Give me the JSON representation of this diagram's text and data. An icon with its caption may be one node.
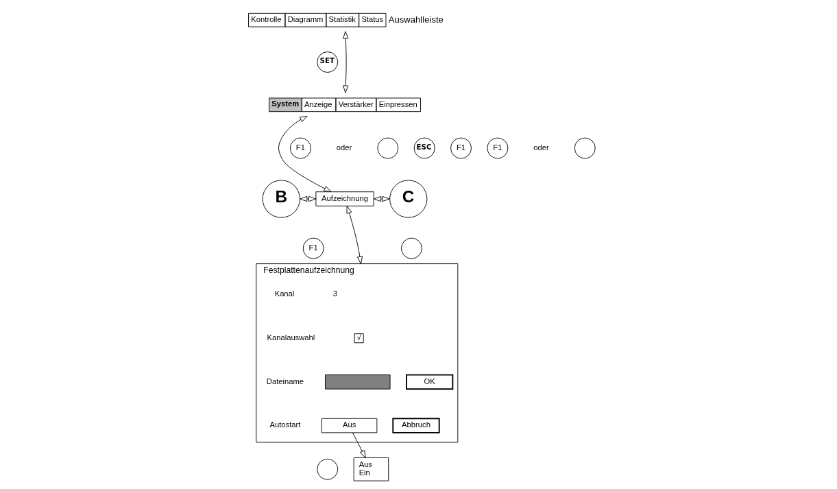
{
  "diagram": {
    "nodes": [
      {
        "text": [
          "Kontrolle",
          "Diagramm",
          "Statistik",
          "Status"
        ],
        "beside": [
          "Auswahlleiste"
        ]
      },
      {
        "text": [
          "SET"
        ]
      },
      {
        "text": [
          "System",
          "Anzeige",
          "Verstärker",
          "Einpressen"
        ]
      },
      {
        "text": [
          "ESC"
        ]
      },
      {
        "text": [
          "F1"
        ]
      },
      {
        "text": [
          "B"
        ]
      },
      {
        "text": [
          "F1"
        ]
      },
      {
        "text": [],
        "shape": "circle"
      },
      {
        "text": [
          "Aufzeichnung"
        ]
      },
      {
        "text": [
          "F1"
        ]
      },
      {
        "text": [],
        "shape": "circle"
      },
      {
        "text": [
          "C"
        ]
      },
      {
        "text": [
          "F1"
        ]
      },
      {
        "text": [],
        "shape": "circle"
      },
      {
        "text": [
          "Festplattenaufzeichnung"
        ]
      },
      {
        "text": [
          "√"
        ],
        "in": 14
      },
      {
        "text": [],
        "shape": "box",
        "in": 14
      },
      {
        "text": [
          "OK"
        ],
        "in": 14
      },
      {
        "text": [
          "Aus"
        ],
        "in": 14
      },
      {
        "text": [
          "Abbruch"
        ],
        "in": 14
      },
      {
        "text": [],
        "shape": "circle"
      },
      {
        "text": [
          "Aus",
          "Ein"
        ]
      }
    ],
    "edges": [
      {
        "from": 0,
        "to": 2,
        "arrow": "both"
      },
      {
        "from": 2,
        "to": 8,
        "arrow": "both"
      },
      {
        "from": 5,
        "to": 8,
        "arrow": "both"
      },
      {
        "from": 8,
        "to": 11,
        "arrow": "both"
      },
      {
        "from": 8,
        "to": 14,
        "arrow": "both"
      },
      {
        "from": 18,
        "to": 21,
        "arrow": "to"
      }
    ],
    "labels": [
      "oder",
      "oder",
      "Kanal",
      "3",
      "Kanalauswahl",
      "Dateiname",
      "Autostart"
    ]
  }
}
